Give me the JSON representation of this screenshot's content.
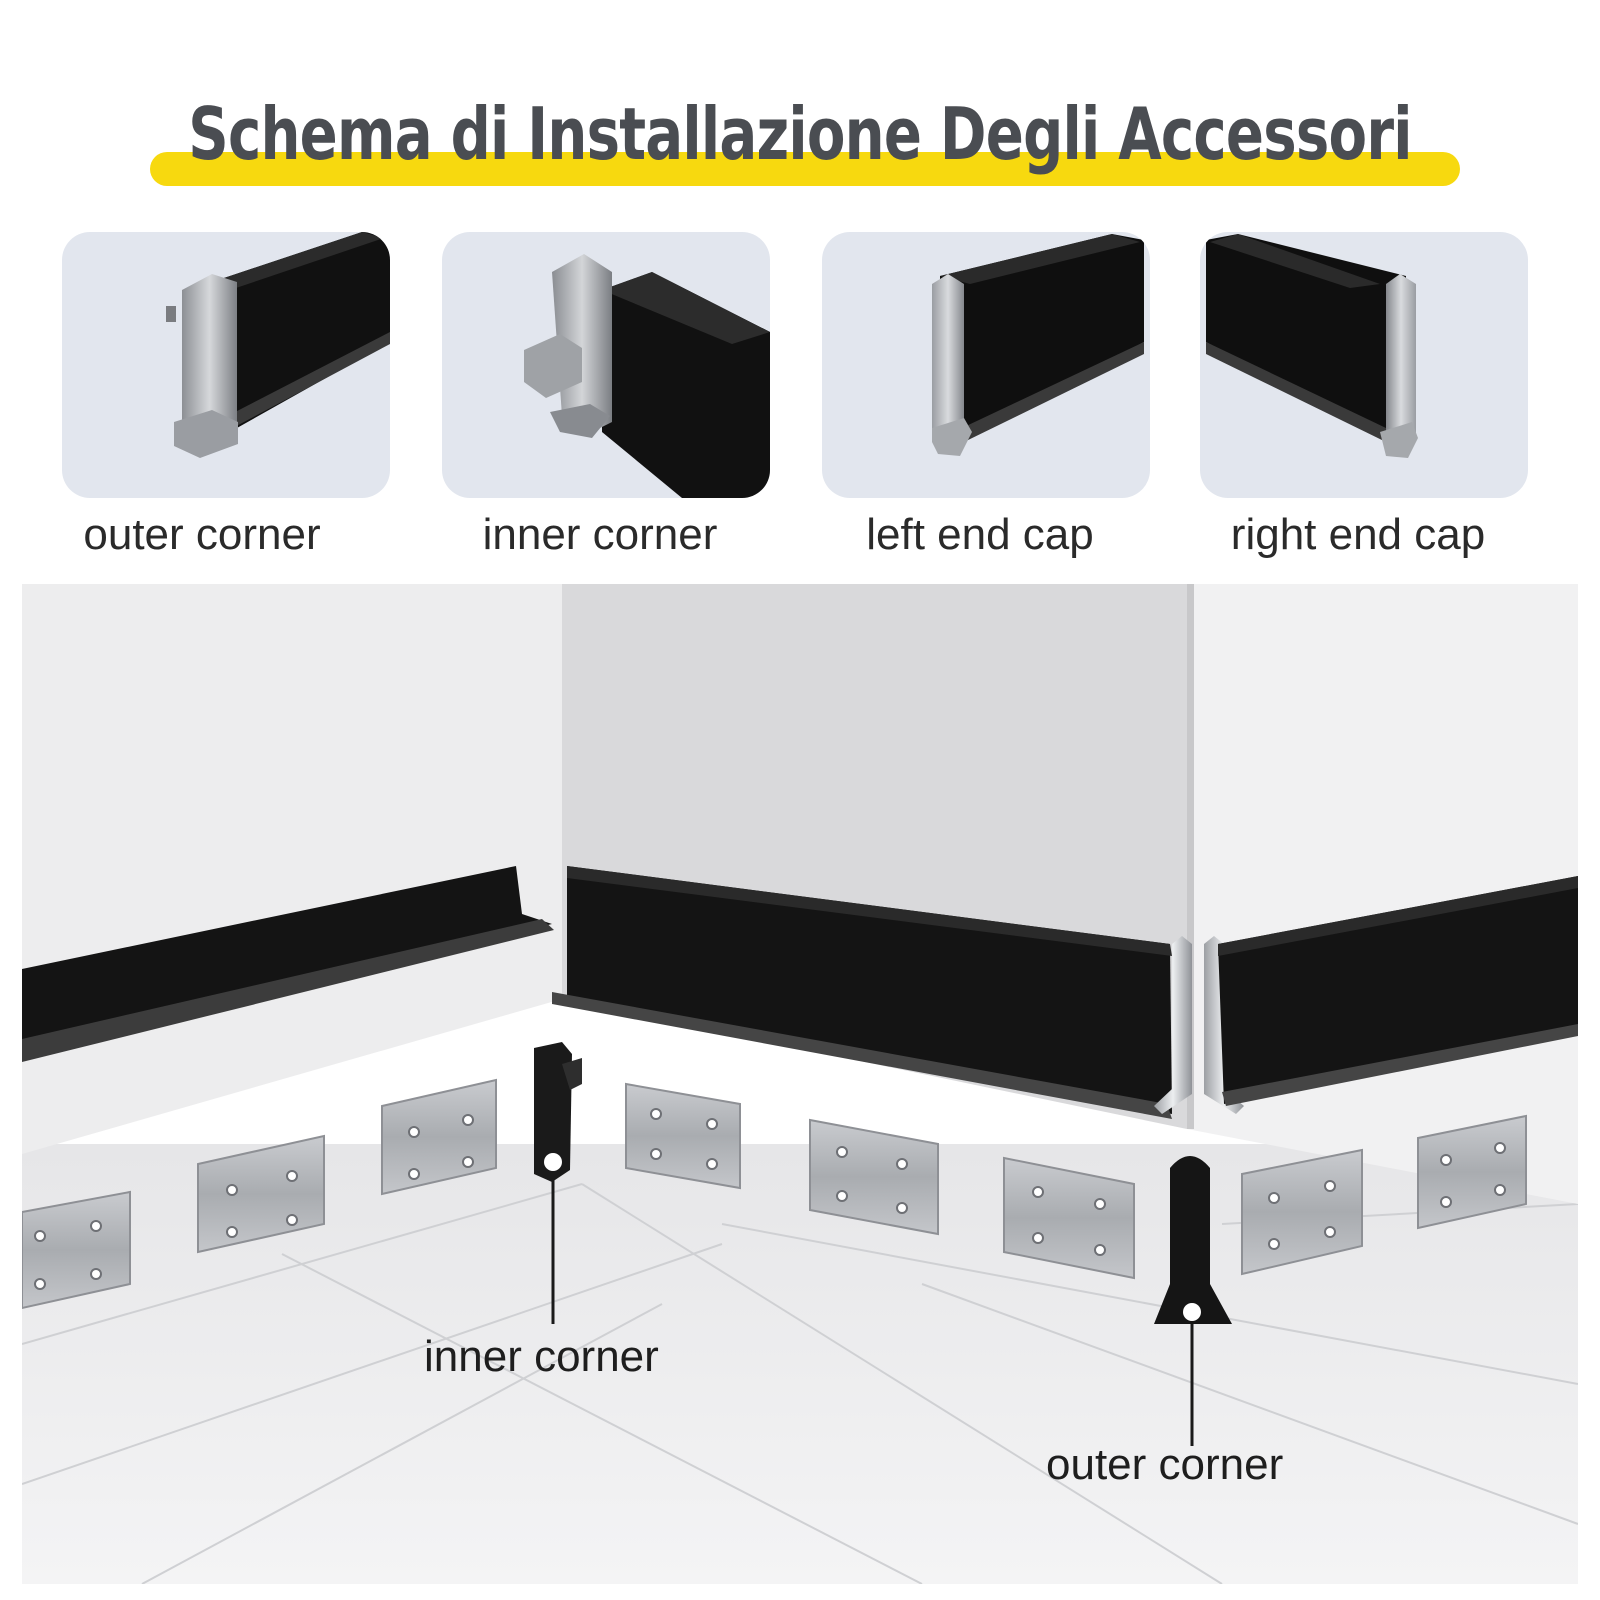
{
  "title": "Schema di Installazione Degli Accessori",
  "colors": {
    "highlight": "#f7d90f",
    "title_text": "#4a4d52",
    "card_bg": "#e2e6ee",
    "skirting": "#141414",
    "metal": "#a8aaae"
  },
  "accessories": [
    {
      "label": "outer corner",
      "icon": "outer-corner-piece"
    },
    {
      "label": "inner corner",
      "icon": "inner-corner-piece"
    },
    {
      "label": "left end cap",
      "icon": "left-end-cap-piece"
    },
    {
      "label": "right end cap",
      "icon": "right-end-cap-piece"
    }
  ],
  "scene": {
    "callouts": {
      "inner_corner": "inner corner",
      "outer_corner": "outer corner"
    }
  }
}
